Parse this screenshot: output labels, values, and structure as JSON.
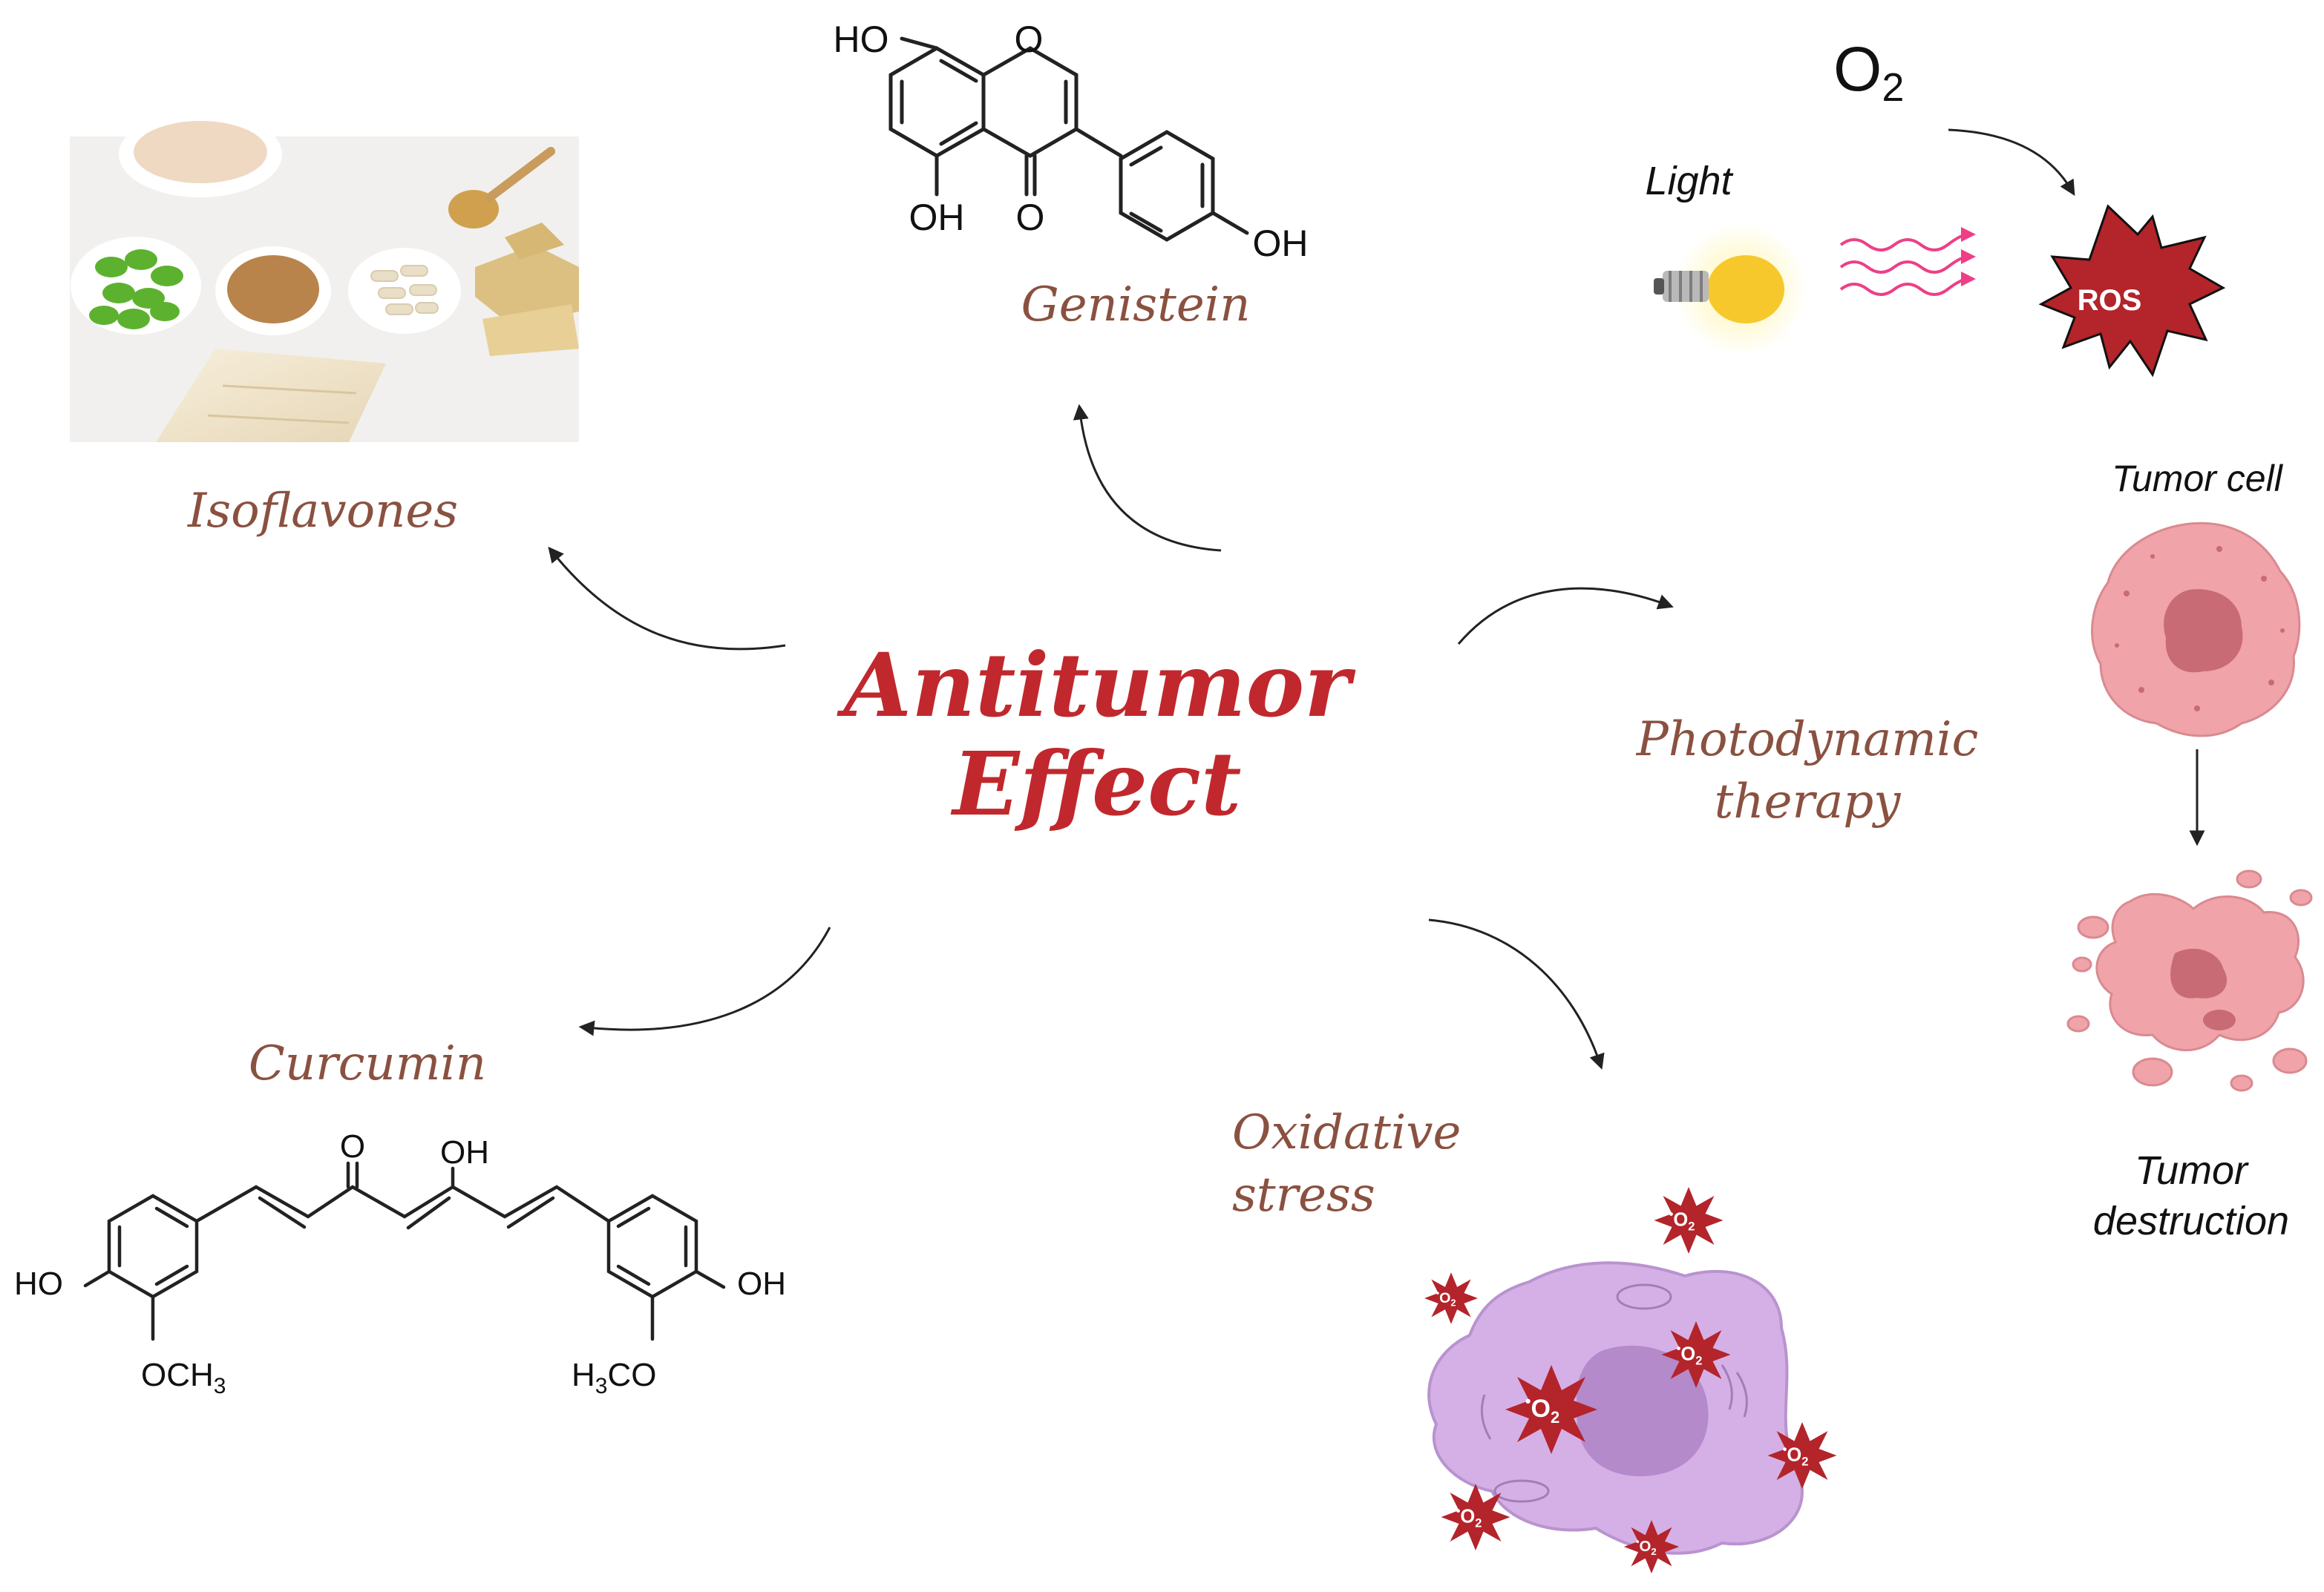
{
  "center": {
    "line1": "Antitumor",
    "line2": "Effect"
  },
  "labels": {
    "isoflavones": "Isoflavones",
    "genistein": "Genistein",
    "pdt_line1": "Photodynamic",
    "pdt_line2": "therapy",
    "curcumin": "Curcumin",
    "ox_line1": "Oxidative",
    "ox_line2": "stress"
  },
  "pdt_panel": {
    "o2": "O",
    "o2_sub": "2",
    "light": "Light",
    "ros": "ROS",
    "tumor_cell": "Tumor cell",
    "destruction_line1": "Tumor",
    "destruction_line2": "destruction"
  },
  "genistein_atoms": {
    "ho": "HO",
    "o_ring": "O",
    "oh_bottom": "OH",
    "o_keto": "O",
    "oh_right": "OH"
  },
  "curcumin_atoms": {
    "o_keto": "O",
    "oh_enol": "OH",
    "ho_left": "HO",
    "och3": "OCH",
    "och3_sub": "3",
    "h3co_h": "H",
    "h3co_sub": "3",
    "h3co_co": "CO",
    "oh_right": "OH"
  },
  "superoxide": {
    "main": "O",
    "sup": "-",
    "sub": "2",
    "dot": "•"
  },
  "colors": {
    "title": "#c0282d",
    "label": "#8a5140",
    "ros_star": "#b3242b",
    "tumor_pink": "#f0a3a8",
    "tumor_core": "#c96b74",
    "cell_purple": "#d5b0e6",
    "nucleus_purple": "#b58acb",
    "bulb_yellow": "#f7c82c",
    "wave_pink": "#ee3f86"
  }
}
